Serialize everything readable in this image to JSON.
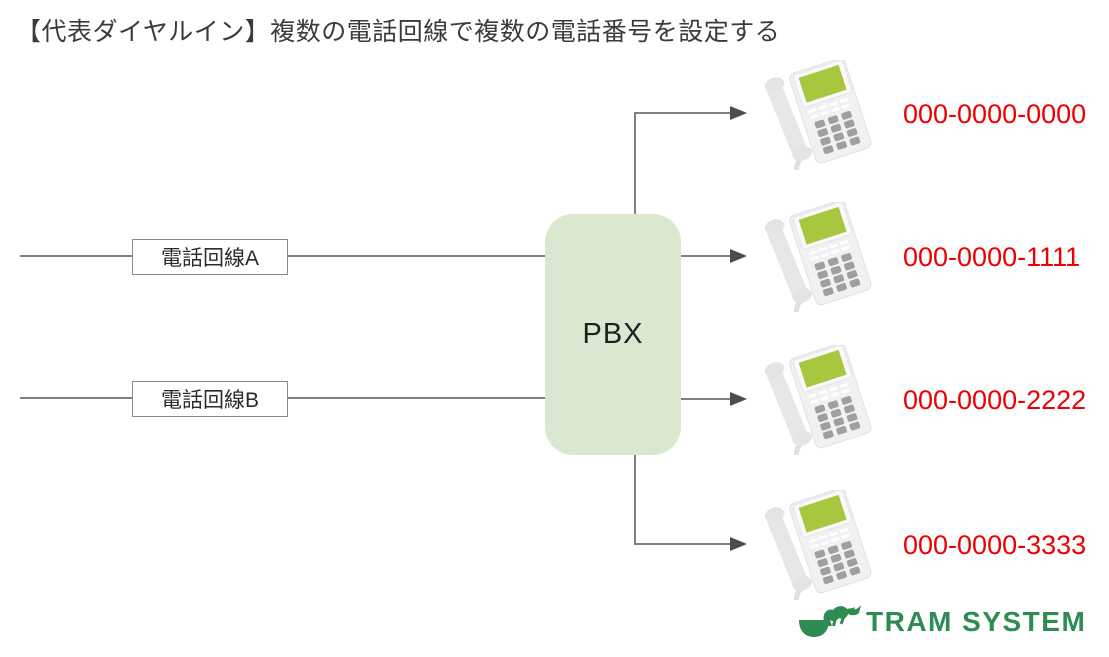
{
  "title": "【代表ダイヤルイン】複数の電話回線で複数の電話番号を設定する",
  "diagram": {
    "pbx": {
      "label": "PBX"
    },
    "lines": [
      {
        "label": "電話回線A"
      },
      {
        "label": "電話回線B"
      }
    ],
    "phones": [
      {
        "number": "000-0000-0000"
      },
      {
        "number": "000-0000-1111"
      },
      {
        "number": "000-0000-2222"
      },
      {
        "number": "000-0000-3333"
      }
    ],
    "colors": {
      "pbx_fill": "#dbe8d0",
      "number_text": "#ee0000",
      "connector_line": "#7f7f7f",
      "arrowhead": "#4c4c4c",
      "phone_screen": "#a6c73e",
      "logo_green": "#2e8b51",
      "title_text": "#3b3b3b"
    }
  },
  "logo": {
    "text": "TRAM SYSTEM",
    "icon": "dino-cart-icon"
  }
}
